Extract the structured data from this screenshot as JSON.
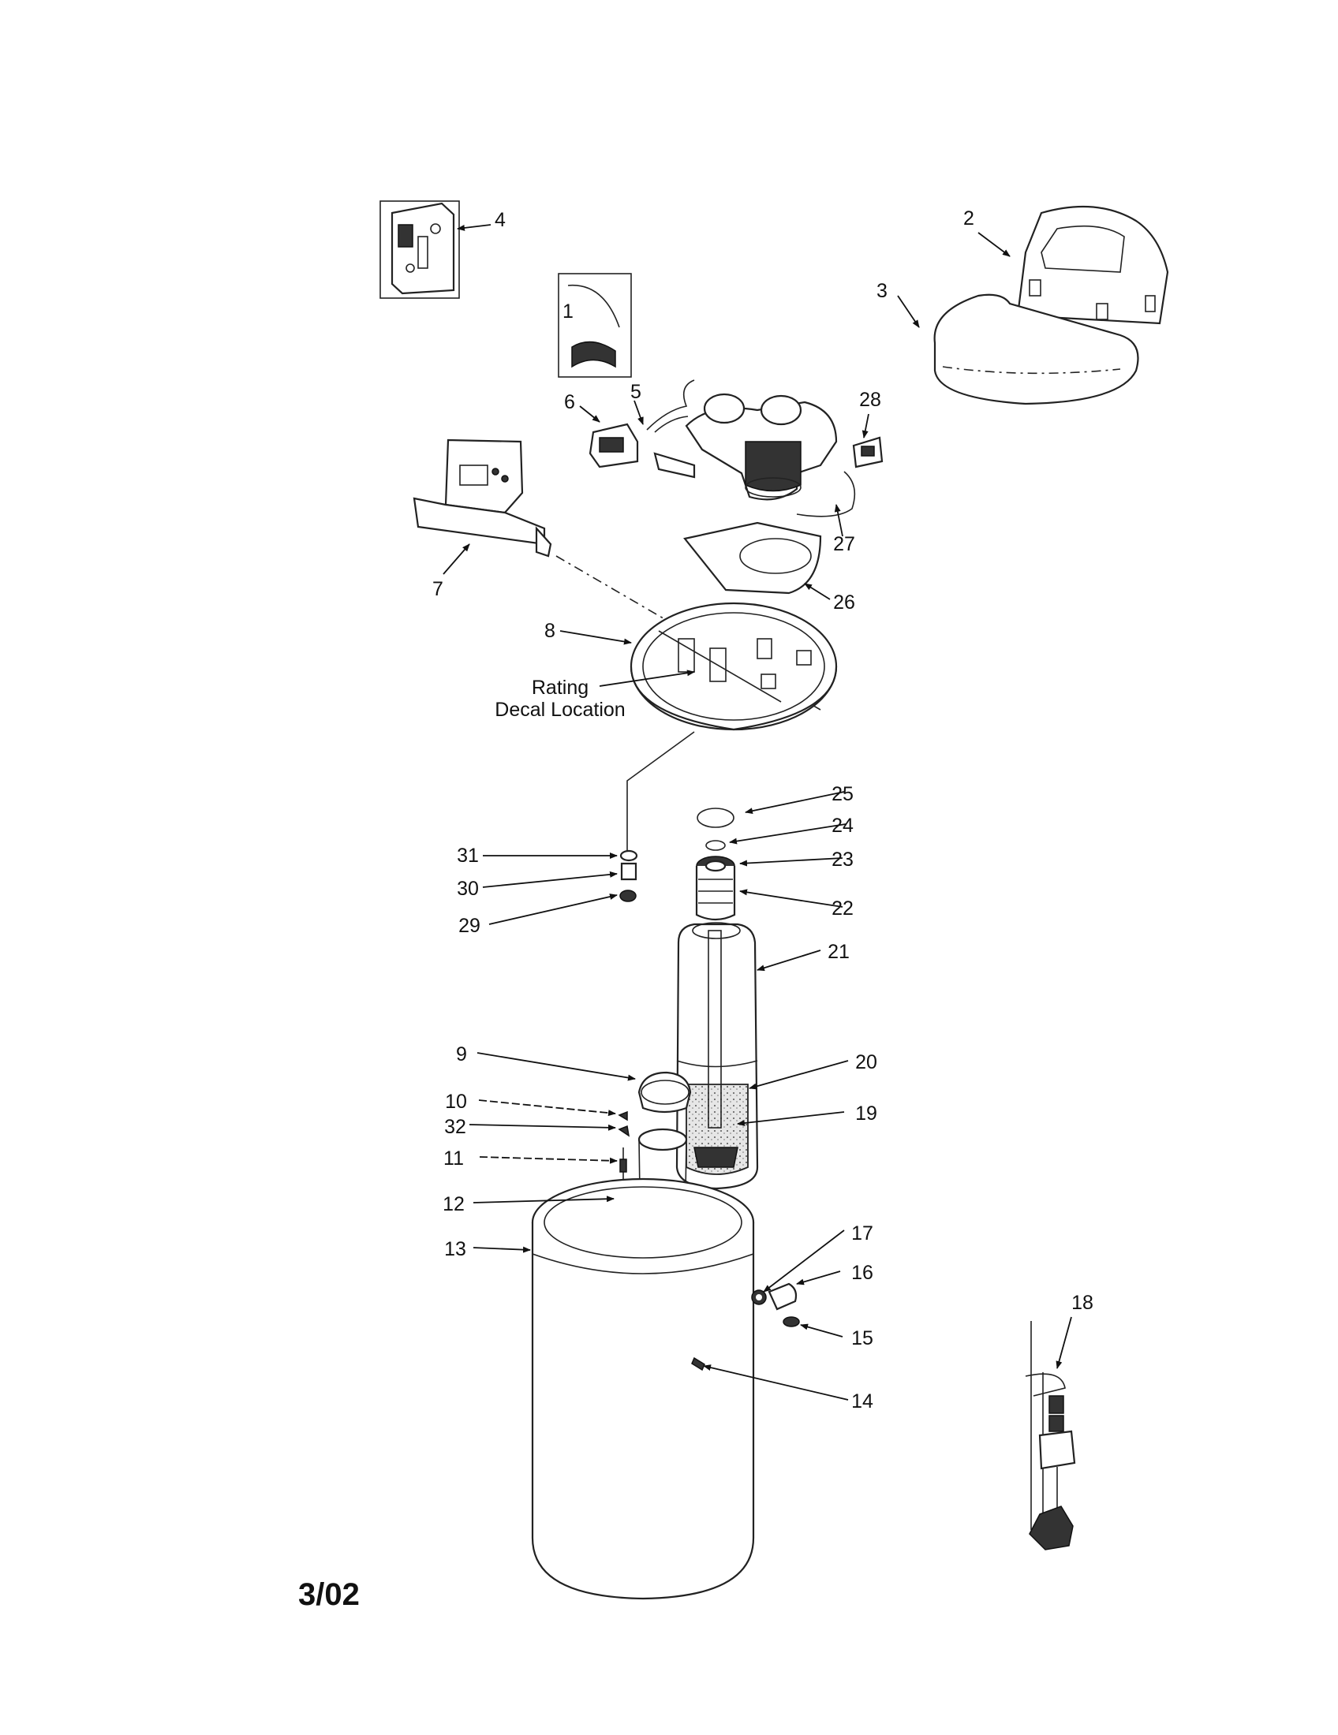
{
  "diagram": {
    "callouts": [
      {
        "id": "1",
        "label": "1"
      },
      {
        "id": "2",
        "label": "2"
      },
      {
        "id": "3",
        "label": "3"
      },
      {
        "id": "4",
        "label": "4"
      },
      {
        "id": "5",
        "label": "5"
      },
      {
        "id": "6",
        "label": "6"
      },
      {
        "id": "7",
        "label": "7"
      },
      {
        "id": "8",
        "label": "8"
      },
      {
        "id": "9",
        "label": "9"
      },
      {
        "id": "10",
        "label": "10"
      },
      {
        "id": "11",
        "label": "11"
      },
      {
        "id": "12",
        "label": "12"
      },
      {
        "id": "13",
        "label": "13"
      },
      {
        "id": "14",
        "label": "14"
      },
      {
        "id": "15",
        "label": "15"
      },
      {
        "id": "16",
        "label": "16"
      },
      {
        "id": "17",
        "label": "17"
      },
      {
        "id": "18",
        "label": "18"
      },
      {
        "id": "19",
        "label": "19"
      },
      {
        "id": "20",
        "label": "20"
      },
      {
        "id": "21",
        "label": "21"
      },
      {
        "id": "22",
        "label": "22"
      },
      {
        "id": "23",
        "label": "23"
      },
      {
        "id": "24",
        "label": "24"
      },
      {
        "id": "25",
        "label": "25"
      },
      {
        "id": "26",
        "label": "26"
      },
      {
        "id": "27",
        "label": "27"
      },
      {
        "id": "28",
        "label": "28"
      },
      {
        "id": "29",
        "label": "29"
      },
      {
        "id": "30",
        "label": "30"
      },
      {
        "id": "31",
        "label": "31"
      },
      {
        "id": "32",
        "label": "32"
      }
    ],
    "decal_note": {
      "line1": "Rating",
      "line2": "Decal Location"
    },
    "revision": "3/02"
  }
}
